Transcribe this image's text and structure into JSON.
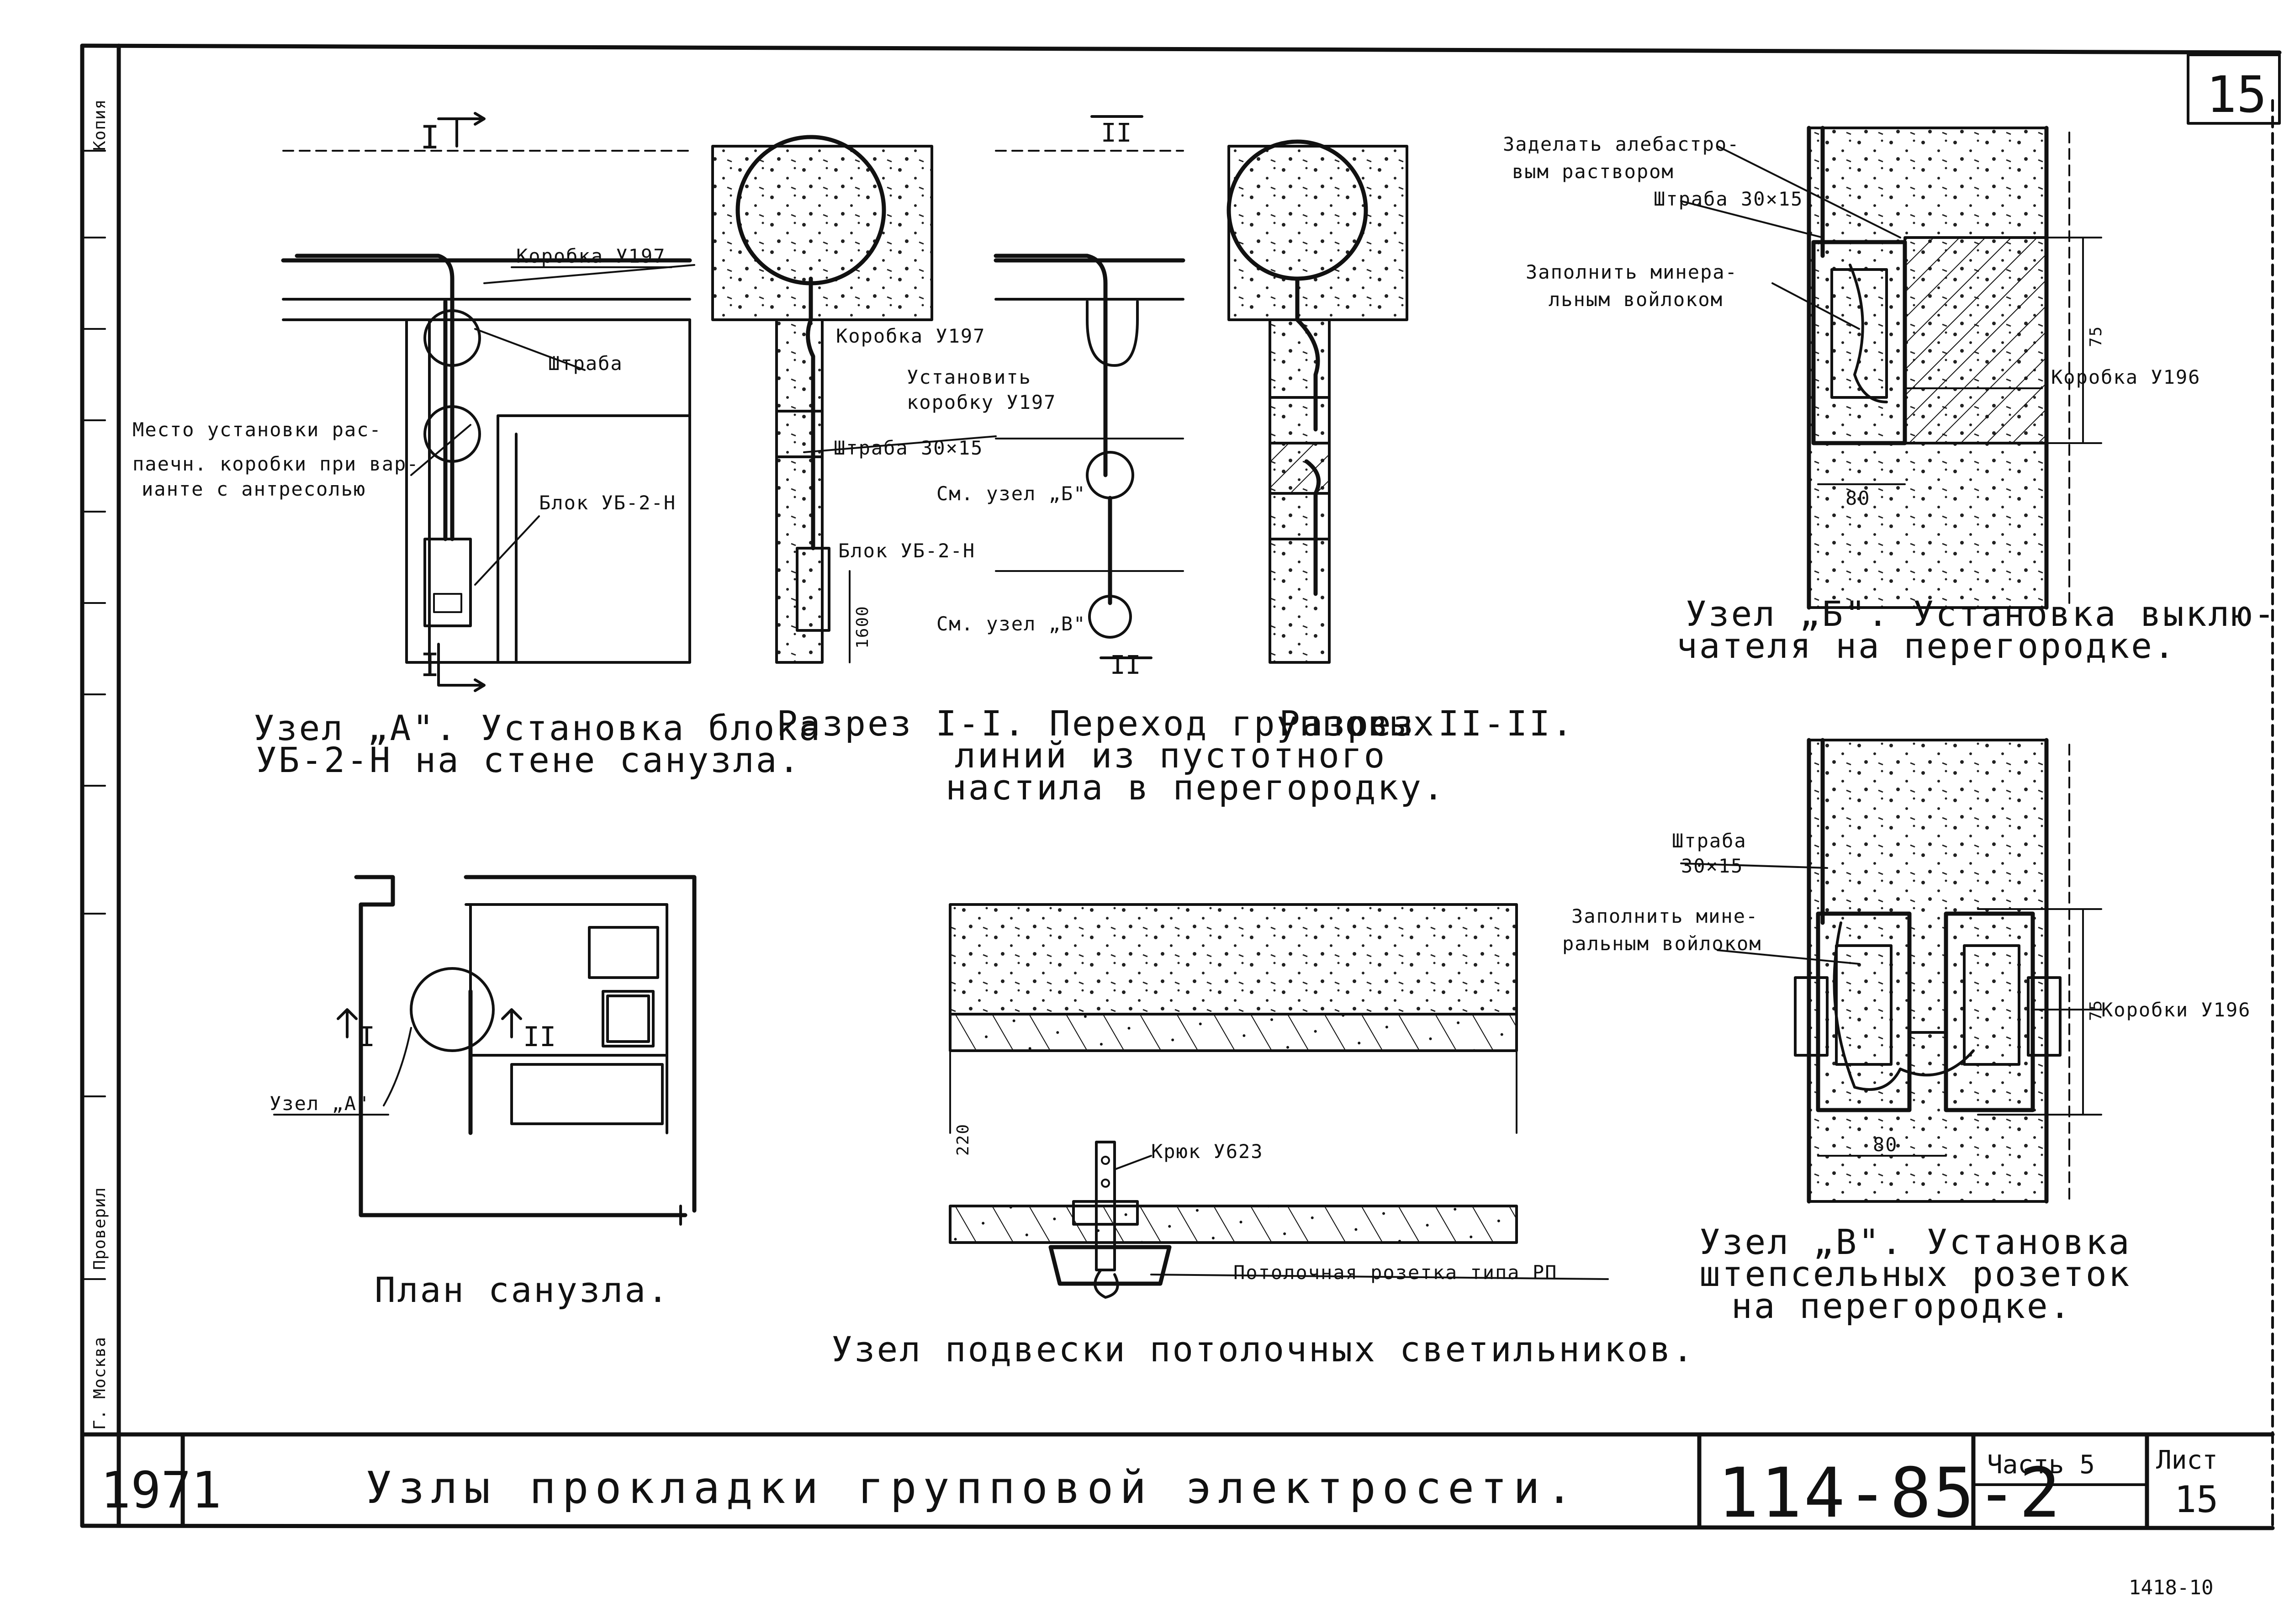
{
  "sheet_number_top": "15",
  "node_a": {
    "section_marker": "I",
    "labels": {
      "box": "Коробка У197",
      "groove": "Штраба",
      "place_line1": "Место установки рас-",
      "place_line2": "паечн. коробки при вар-",
      "place_line3": "ианте с антресолью",
      "block": "Блок УБ-2-Н"
    },
    "caption_line1": "Узел „А\". Установка блока",
    "caption_line2": "УБ-2-Н на стене санузла."
  },
  "section_1": {
    "marker": "II",
    "labels": {
      "box": "Коробка У197",
      "install_line1": "Установить",
      "install_line2": "коробку У197",
      "groove": "Штраба 30×15",
      "see_b": "См. узел „Б\"",
      "block": "Блок УБ-2-Н",
      "see_v": "См. узел „В\"",
      "height": "1600"
    },
    "caption_line1": "Разрез I-I.  Переход групповых",
    "caption_line2": "линий из пустотного",
    "caption_line3": "настила в перегородку."
  },
  "section_2": {
    "caption": "Разрез II-II."
  },
  "node_b": {
    "labels": {
      "seal_line1": "Заделать алебастро-",
      "seal_line2": "вым раствором",
      "groove": "Штраба 30×15",
      "fill_line1": "Заполнить минера-",
      "fill_line2": "льным войлоком",
      "box": "Коробка У196",
      "dim_80": "80",
      "dim_75": "75"
    },
    "caption_line1": "Узел „Б\". Установка выклю-",
    "caption_line2": "чателя на перегородке."
  },
  "node_v": {
    "labels": {
      "groove_line1": "Штраба",
      "groove_line2": "30×15",
      "fill_line1": "Заполнить мине-",
      "fill_line2": "ральным войлоком",
      "boxes": "Коробки У196",
      "dim_80": "80",
      "dim_75": "75"
    },
    "caption_line1": "Узел „В\". Установка",
    "caption_line2": "штепсельных розеток",
    "caption_line3": "на перегородке."
  },
  "plan": {
    "marker_1": "I",
    "marker_2": "II",
    "node_ref": "Узел „А\"",
    "caption": "План санузла."
  },
  "suspension": {
    "labels": {
      "hook": "Крюк У623",
      "rosette": "Потолочная розетка типа РП",
      "dim_220": "220"
    },
    "caption": "Узел подвески потолочных светильников."
  },
  "title_block": {
    "year": "1971",
    "title": "Узлы прокладки групповой электросети.",
    "code": "114-85-2",
    "part": "Часть 5",
    "sheet_label": "Лист",
    "sheet_number": "15"
  },
  "side_stamps": {
    "top": "Копия",
    "middle": "Проверил",
    "bottom": "Г. Москва"
  },
  "footer_note": "1418-10"
}
